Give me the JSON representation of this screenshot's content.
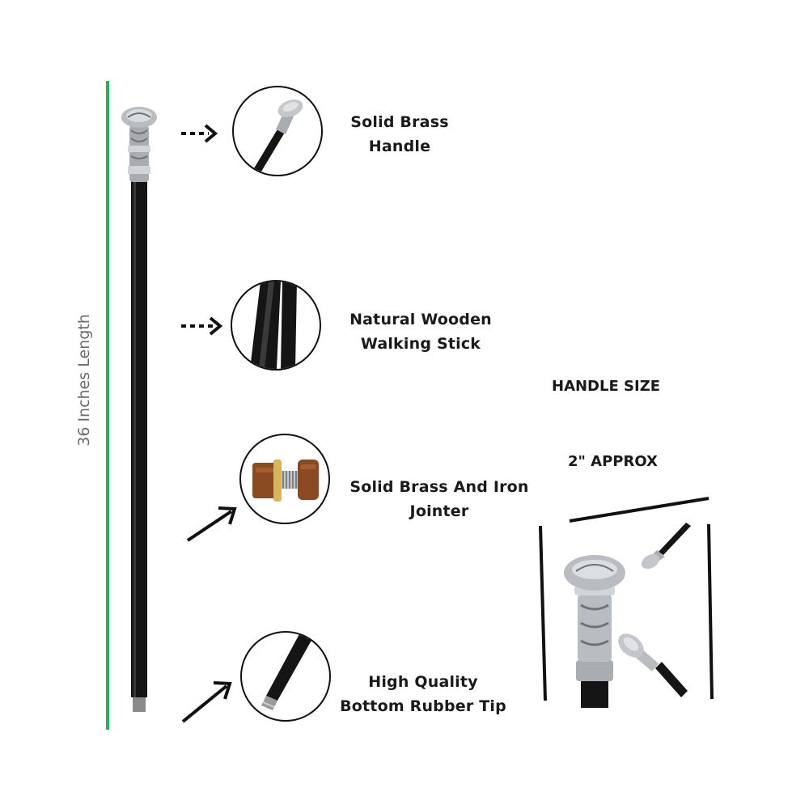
{
  "length": {
    "text": "36 Inches Length",
    "color": "#1db35a"
  },
  "features": [
    {
      "line1": "Solid Brass",
      "line2": "Handle",
      "icon": "handle-closeup"
    },
    {
      "line1": "Natural Wooden",
      "line2": "Walking Stick",
      "icon": "shaft-closeup"
    },
    {
      "line1": "Solid Brass And Iron",
      "line2": "Jointer",
      "icon": "jointer-closeup"
    },
    {
      "line1": "High Quality",
      "line2": "Bottom Rubber Tip",
      "icon": "tip-closeup"
    }
  ],
  "handle_size": {
    "title": "HANDLE SIZE",
    "value": "2\" APPROX"
  },
  "colors": {
    "shaft": "#151515",
    "metal": "#b9bcc0",
    "wood": "#8a4a22",
    "brass": "#d8b55a"
  }
}
